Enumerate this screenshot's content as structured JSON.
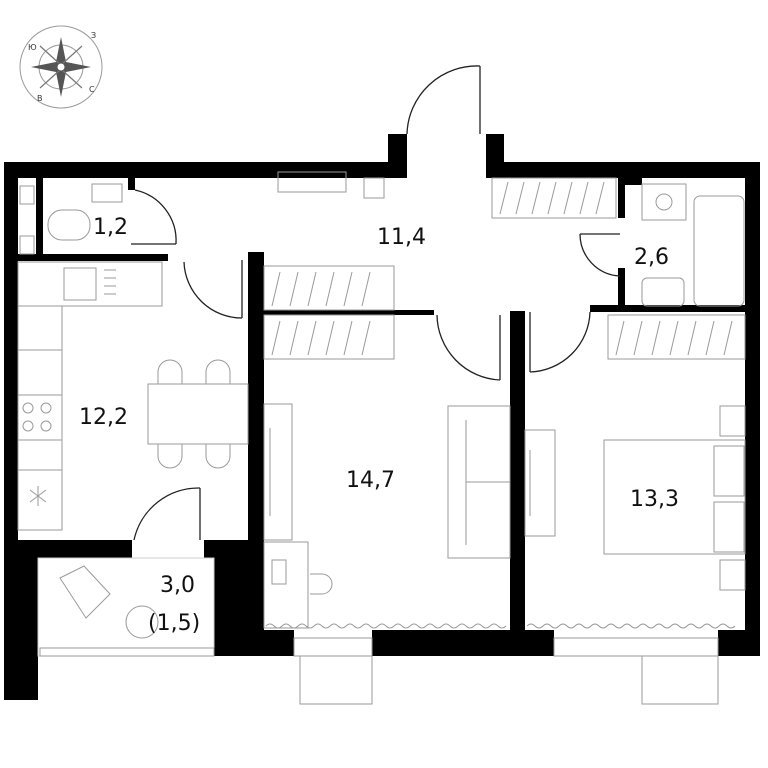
{
  "compass": {
    "icon": "compass-rose-icon",
    "letters": {
      "north": "З",
      "east": "С",
      "south": "В",
      "west": "Ю"
    }
  },
  "rooms": {
    "bathroom_small": {
      "area": "1,2"
    },
    "hall": {
      "area": "11,4"
    },
    "bathroom": {
      "area": "2,6"
    },
    "kitchen": {
      "area": "12,2"
    },
    "living_room": {
      "area": "14,7"
    },
    "bedroom": {
      "area": "13,3"
    },
    "loggia": {
      "area": "3,0",
      "reduced_area": "(1,5)"
    }
  },
  "colors": {
    "wall": "#000000",
    "line": "#9a9a9a",
    "background": "#ffffff"
  }
}
